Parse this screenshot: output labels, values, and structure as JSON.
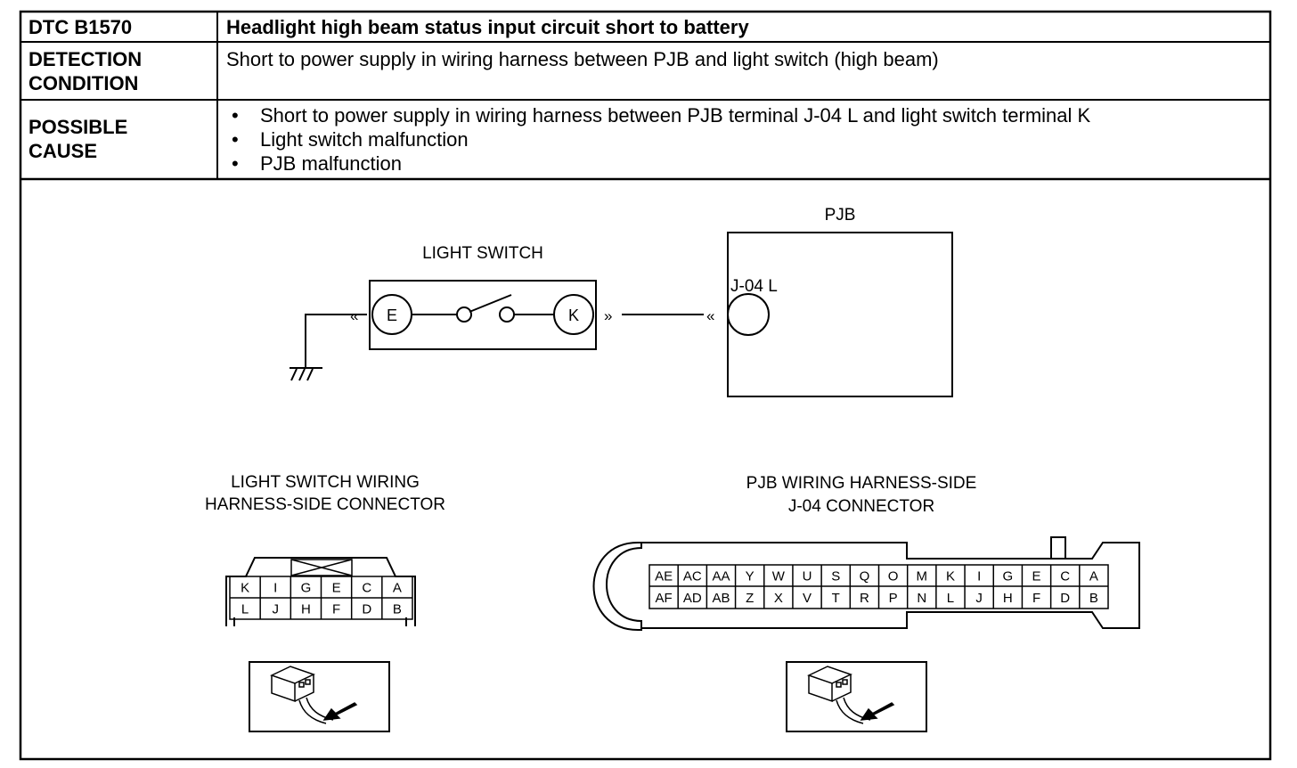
{
  "table": {
    "dtc_label": "DTC B1570",
    "dtc_title": "Headlight high beam status input circuit short to battery",
    "detection_label_line1": "DETECTION",
    "detection_label_line2": "CONDITION",
    "detection_text": "Short to power supply in wiring harness between PJB and light switch (high beam)",
    "cause_label_line1": "POSSIBLE",
    "cause_label_line2": "CAUSE",
    "causes": [
      "Short to power supply in wiring harness between PJB terminal J-04 L and light switch terminal K",
      "Light switch malfunction",
      "PJB malfunction"
    ]
  },
  "circuit": {
    "pjb_label": "PJB",
    "light_switch_label": "LIGHT SWITCH",
    "terminal_e": "E",
    "terminal_k": "K",
    "pjb_terminal": "J-04 L"
  },
  "connectors": {
    "light_switch_title_line1": "LIGHT SWITCH WIRING",
    "light_switch_title_line2": "HARNESS-SIDE CONNECTOR",
    "light_switch_top_pins": [
      "K",
      "I",
      "G",
      "E",
      "C",
      "A"
    ],
    "light_switch_bottom_pins": [
      "L",
      "J",
      "H",
      "F",
      "D",
      "B"
    ],
    "pjb_title_line1": "PJB WIRING HARNESS-SIDE",
    "pjb_title_line2": "J-04 CONNECTOR",
    "pjb_top_pins": [
      "AE",
      "AC",
      "AA",
      "Y",
      "W",
      "U",
      "S",
      "Q",
      "O",
      "M",
      "K",
      "I",
      "G",
      "E",
      "C",
      "A"
    ],
    "pjb_bottom_pins": [
      "AF",
      "AD",
      "AB",
      "Z",
      "X",
      "V",
      "T",
      "R",
      "P",
      "N",
      "L",
      "J",
      "H",
      "F",
      "D",
      "B"
    ]
  },
  "icons": {
    "light_switch_view": "connector-front-view-icon",
    "pjb_view": "connector-front-view-icon"
  }
}
